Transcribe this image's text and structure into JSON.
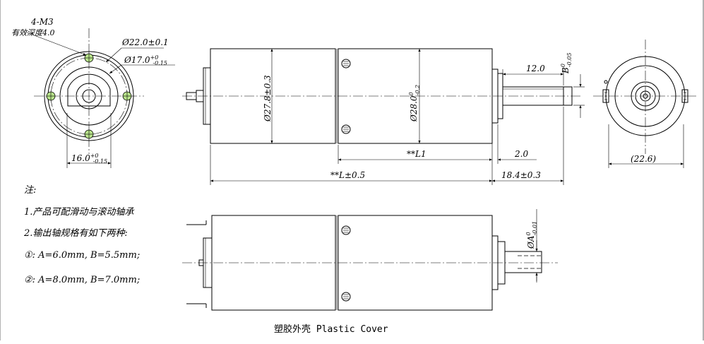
{
  "front_view": {
    "thread_callout": "4-M3",
    "depth_callout": "有效深度4.0",
    "dia_outer": "Ø22.0±0.1",
    "dia_inner_base": "Ø17.0",
    "dia_inner_tol_upper": "+0",
    "dia_inner_tol_lower": "-0.15",
    "width_base": "16.0",
    "width_tol_upper": "+0",
    "width_tol_lower": "-0.15"
  },
  "side_view": {
    "dia_motor": "Ø27.8±0.3",
    "dia_gear_base": "Ø28.0",
    "dia_gear_tol_upper": "0",
    "dia_gear_tol_lower": "-0.2",
    "shaft_len": "12.0",
    "shaft_flat_base": "B",
    "shaft_flat_tol_upper": "0",
    "shaft_flat_tol_lower": "-0.05",
    "dim_l1": "**L1",
    "dim_2": "2.0",
    "dim_total": "**L±0.5",
    "dim_shaft_total": "18.4±0.3"
  },
  "rear_view": {
    "dia_label": "(22.6)"
  },
  "bottom_view": {
    "shaft_dia_base": "ØA",
    "shaft_dia_tol_upper": "0",
    "shaft_dia_tol_lower": "-0.01"
  },
  "notes": {
    "heading": "注:",
    "line1": "1.产品可配滑动与滚动轴承",
    "line2": "2.输出轴规格有如下两种:",
    "line3": "①: A=6.0mm, B=5.5mm;",
    "line4": "②: A=8.0mm, B=7.0mm;"
  },
  "caption": "塑胶外壳 Plastic Cover"
}
